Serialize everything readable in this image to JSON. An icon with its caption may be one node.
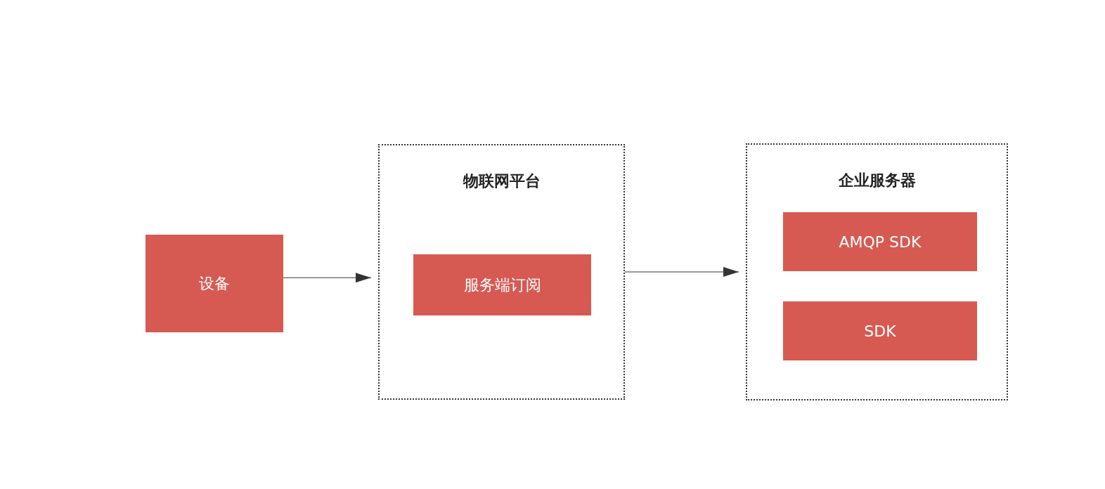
{
  "diagram": {
    "nodes": [
      {
        "text": [
          "设备"
        ]
      },
      {
        "text": [
          "物联网平台"
        ]
      },
      {
        "text": [
          "服务端订阅"
        ],
        "in": 1
      },
      {
        "text": [
          "企业服务器"
        ]
      },
      {
        "text": [
          "AMQP SDK"
        ],
        "in": 3
      },
      {
        "text": [
          "SDK"
        ],
        "in": 3
      }
    ],
    "edges": [
      {
        "from": 0,
        "to": 1,
        "arrow": "to"
      },
      {
        "from": 1,
        "to": 3,
        "arrow": "to"
      }
    ]
  }
}
